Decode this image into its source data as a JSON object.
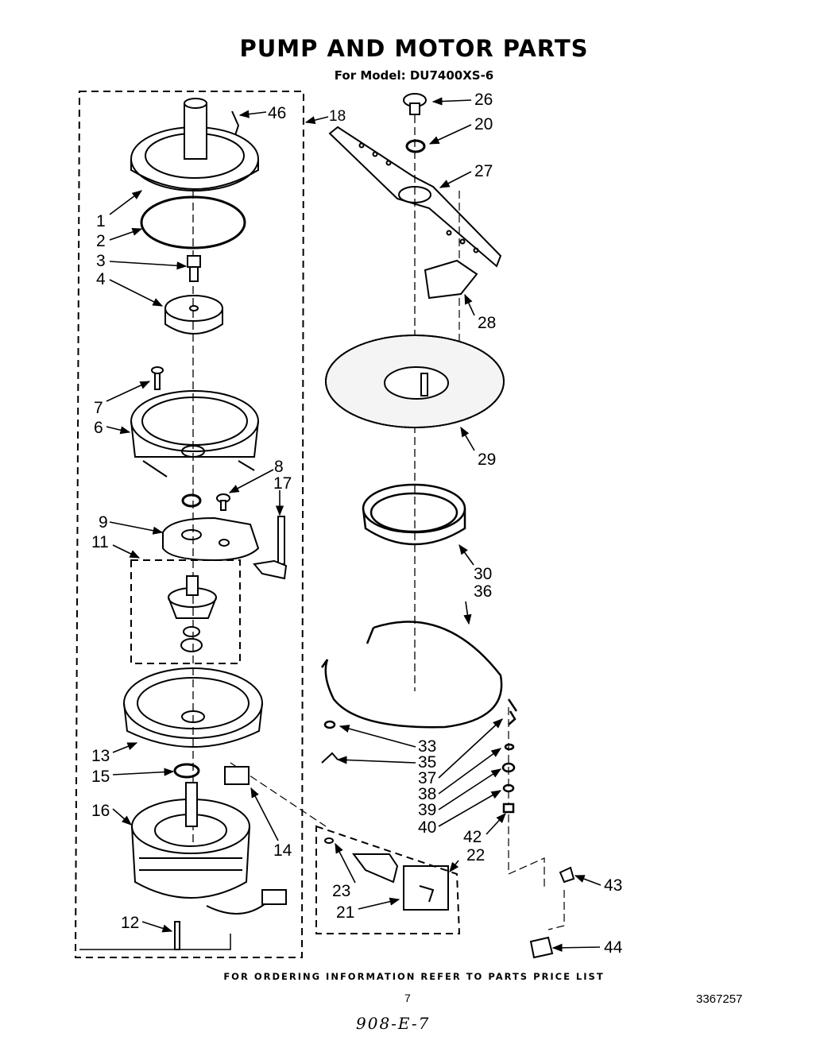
{
  "title": "PUMP AND MOTOR PARTS",
  "subtitle": "For Model: DU7400XS-6",
  "footer_note": "FOR ORDERING INFORMATION REFER TO PARTS PRICE LIST",
  "page_number": "7",
  "document_number": "3367257",
  "handwritten_note": "908-E-7",
  "callouts": {
    "c1": "1",
    "c2": "2",
    "c3": "3",
    "c4": "4",
    "c6": "6",
    "c7": "7",
    "c8": "8",
    "c9": "9",
    "c11": "11",
    "c12": "12",
    "c13": "13",
    "c14": "14",
    "c15": "15",
    "c16": "16",
    "c17": "17",
    "c18": "18",
    "c20": "20",
    "c21": "21",
    "c22": "22",
    "c23": "23",
    "c26": "26",
    "c27": "27",
    "c28": "28",
    "c29": "29",
    "c30": "30",
    "c33": "33",
    "c35": "35",
    "c36": "36",
    "c37": "37",
    "c38": "38",
    "c39": "39",
    "c40": "40",
    "c42": "42",
    "c43": "43",
    "c44": "44",
    "c46": "46"
  }
}
